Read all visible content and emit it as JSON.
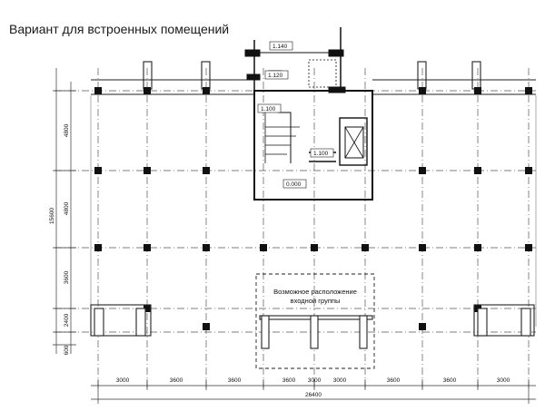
{
  "title": "Вариант для встроенных помещений",
  "levels": {
    "l1": "1.140",
    "l2": "1.120",
    "l3": "1.100",
    "l4": "1.100",
    "l5": "0.000"
  },
  "entrance_note": {
    "line1": "Возможное расположение",
    "line2": "входной группы"
  },
  "bottom_dims": [
    "3000",
    "3600",
    "3600",
    "3600",
    "3000",
    "3000",
    "3600",
    "3600",
    "3000"
  ],
  "total_dim": "26400",
  "left_dims": [
    "4800",
    "4800",
    "3600",
    "2400",
    "600"
  ],
  "left_total": "15600"
}
